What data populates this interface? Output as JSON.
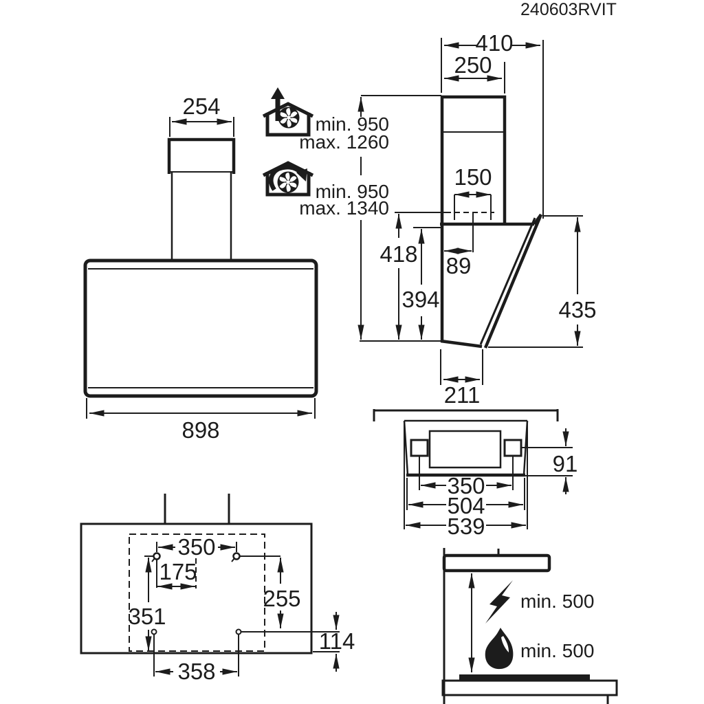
{
  "title": "240603RVIT",
  "colors": {
    "ink": "#1c1c1c",
    "background": "#ffffff"
  },
  "front_view": {
    "chimney_width": "254",
    "body_width": "898"
  },
  "installation_heights": {
    "exhaust_min": "min. 950",
    "exhaust_max": "max. 1260",
    "recirculation_min": "min. 950",
    "recirculation_max": "max. 1340"
  },
  "side_view": {
    "overall_depth": "410",
    "chimney_depth": "250",
    "duct_width": "150",
    "duct_offset": "89",
    "height_with_duct": "418",
    "body_height": "394",
    "front_panel_height": "435",
    "bottom_depth": "211"
  },
  "top_view": {
    "bracket_spacing": "350",
    "body_width": "504",
    "overall_width": "539",
    "depth": "91"
  },
  "mounting_template": {
    "upper_hole_spacing": "350",
    "center_offset": "175",
    "left_hole_drop": "351",
    "right_hole_drop": "255",
    "lower_hole_spacing": "358",
    "bottom_offset": "114"
  },
  "clearances": {
    "electric_hob": "min. 500",
    "gas_hob": "min. 500"
  }
}
